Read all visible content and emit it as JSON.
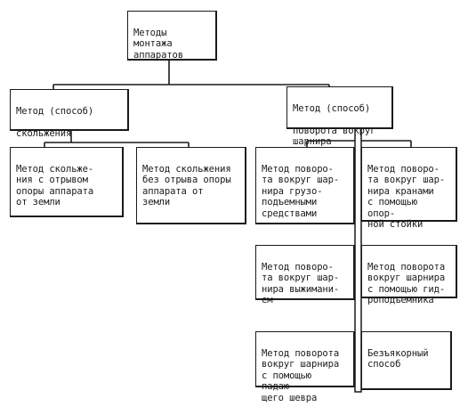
{
  "diagram": {
    "root": {
      "text": "Методы\nмонтажа\nаппаратов"
    },
    "sliding": {
      "text": "Метод (способ)\n\nскольжения"
    },
    "rotation": {
      "text": "Метод (способ)\n\nповорота вокруг\n   шарнира"
    },
    "slide_lift": {
      "text": "Метод скольже-\nния с отрывом\nопоры аппарата\nот земли"
    },
    "slide_nolift": {
      "text": "Метод скольжения\nбез отрыва опоры\n  аппарата от\n     земли"
    },
    "rot_cranes": {
      "text": "Метод поворо-\nта вокруг шар-\nнира грузо-\nподъемными\nсредствами"
    },
    "rot_strut": {
      "text": "Метод поворо-\nта вокруг шар-\nнира кранами\nс помощью опор-\nной стойки"
    },
    "rot_push": {
      "text": "Метод поворо-\nта вокруг шар-\nнира выжимани-\nем"
    },
    "rot_hydro": {
      "text": "Метод поворота\nвокруг шарнира\nс помощью гид-\nроподъемника"
    },
    "rot_boom": {
      "text": "Метод поворота\nвокруг шарнира\nс помощью падаю-\nщего шевра"
    },
    "anchorless": {
      "text": "Безъякорный\nспособ"
    }
  }
}
